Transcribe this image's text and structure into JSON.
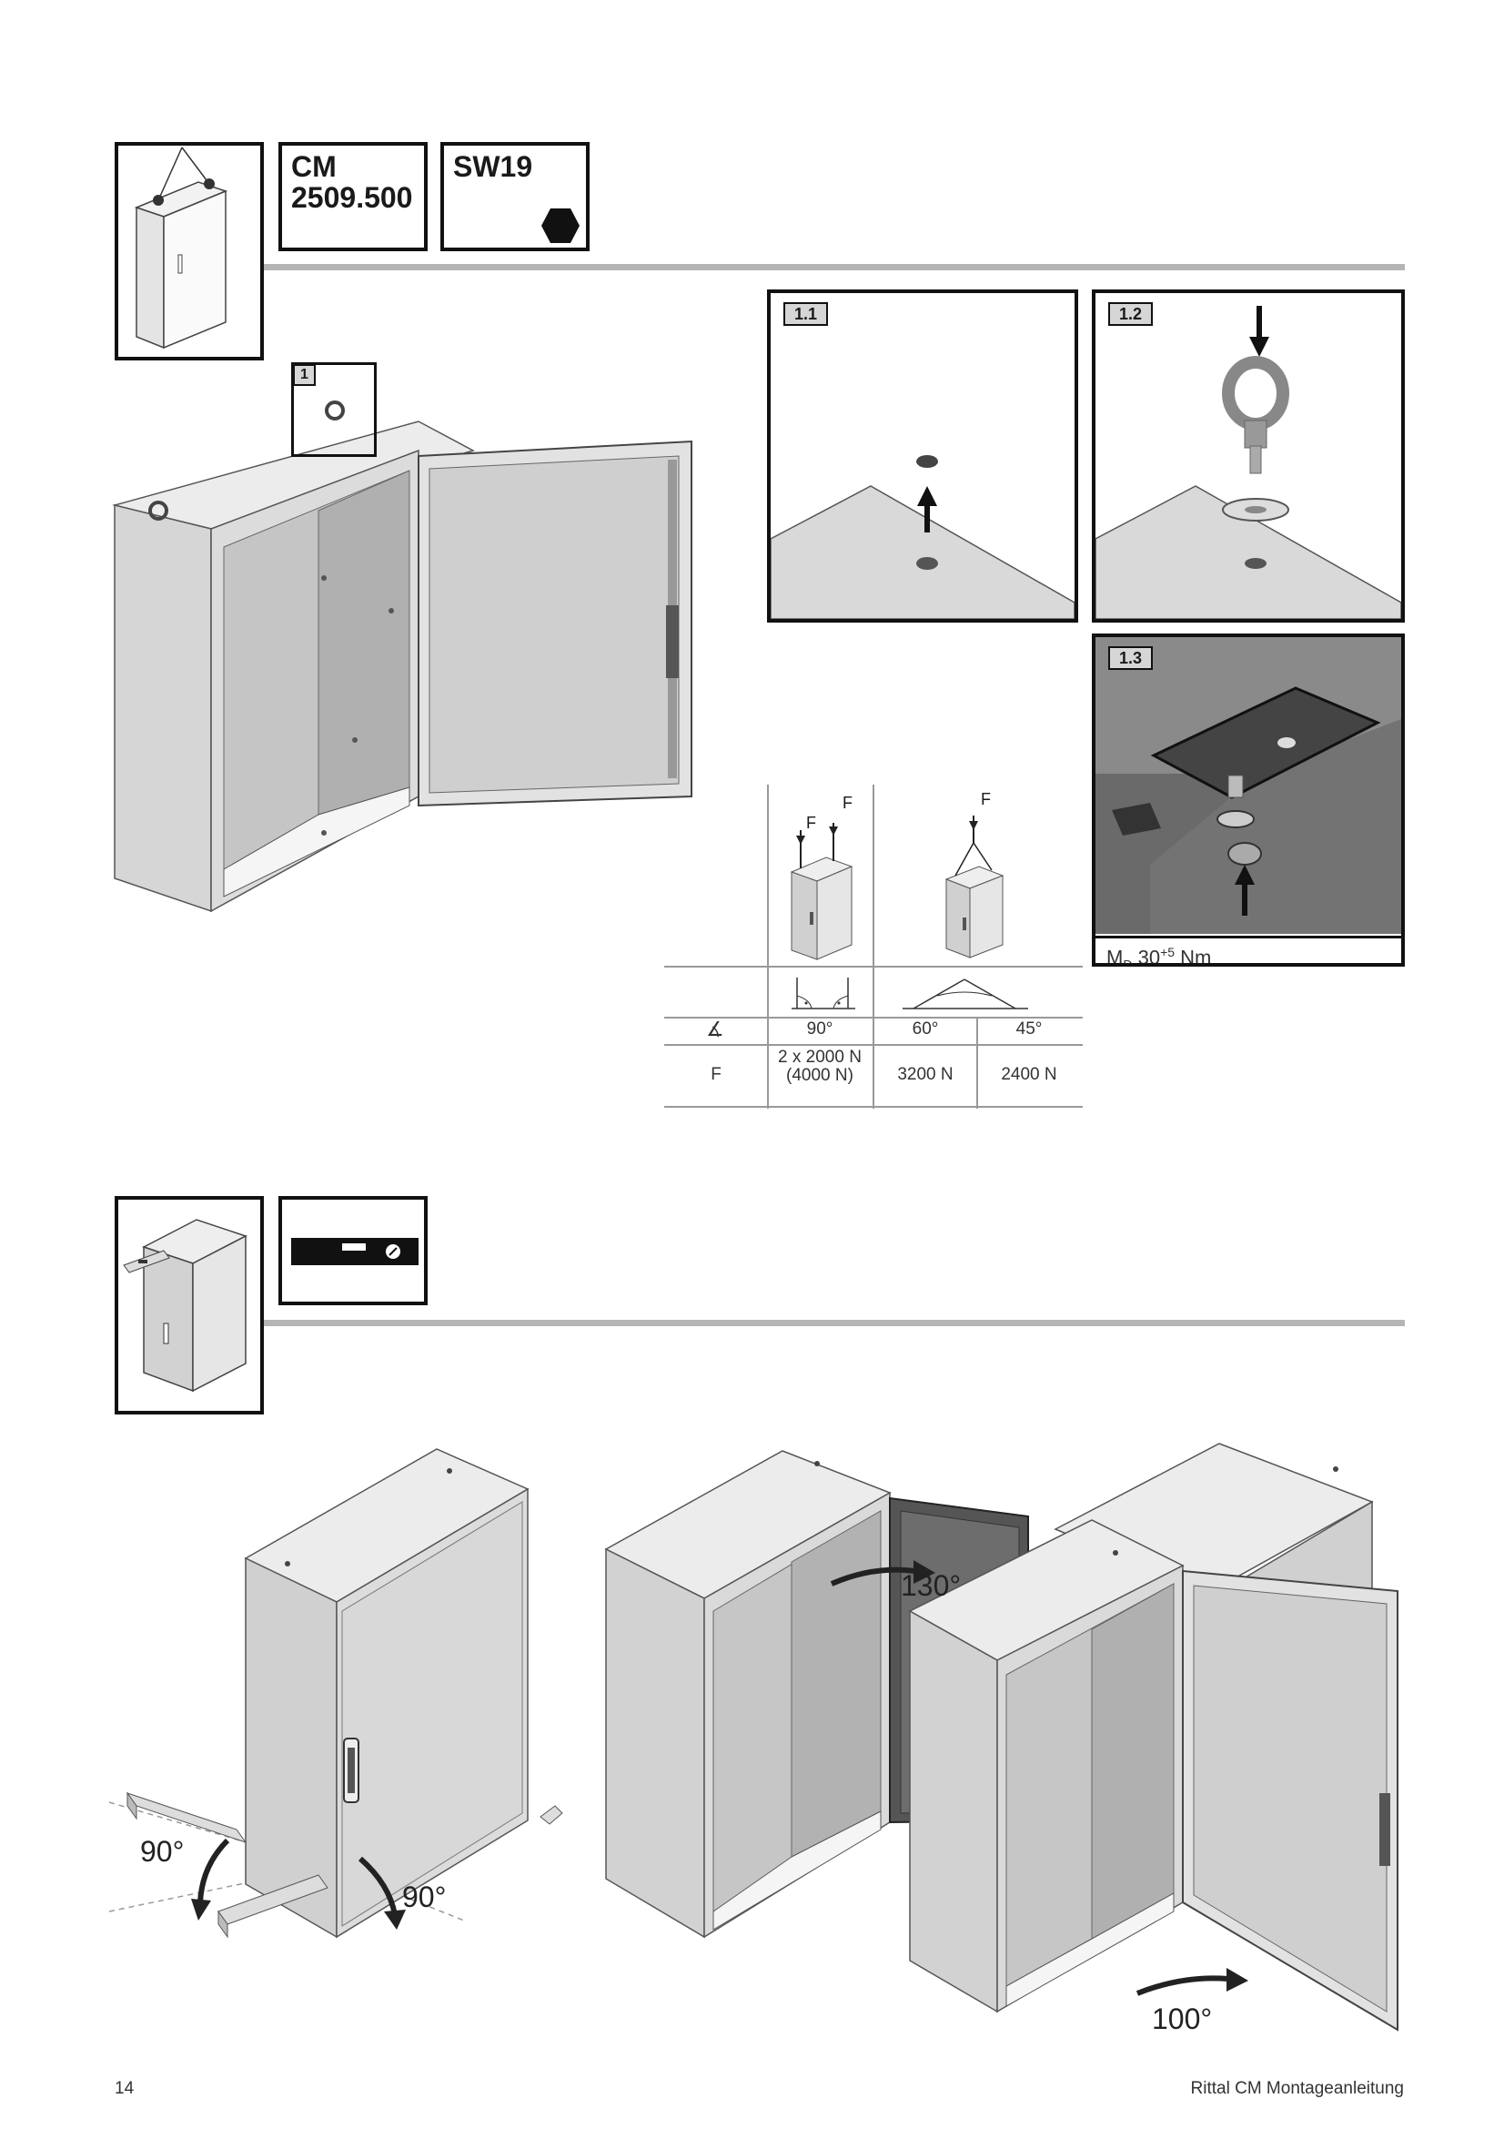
{
  "section1": {
    "product_code_line1": "CM",
    "product_code_line2": "2509.500",
    "tool_label": "SW19",
    "step_label": "1",
    "detail_1_1_label": "1.1",
    "detail_1_2_label": "1.2",
    "detail_1_3_label": "1.3",
    "torque_prefix": "M",
    "torque_subscript": "D",
    "torque_value": "30",
    "torque_superscript": "+5",
    "torque_unit": "Nm",
    "force_symbol": "F"
  },
  "force_table": {
    "angle_symbol": "∡",
    "angle_90": "90°",
    "angle_60": "60°",
    "angle_45": "45°",
    "force_label": "F",
    "force_90_line1": "2 x 2000 N",
    "force_90_line2": "(4000 N)",
    "force_60": "3200 N",
    "force_45": "2400 N"
  },
  "section2": {
    "angle_left": "90°",
    "angle_right": "90°",
    "angle_door_top": "130°",
    "angle_door_bottom": "100°"
  },
  "footer": {
    "page_number": "14",
    "doc_title": "Rittal CM Montageanleitung"
  }
}
